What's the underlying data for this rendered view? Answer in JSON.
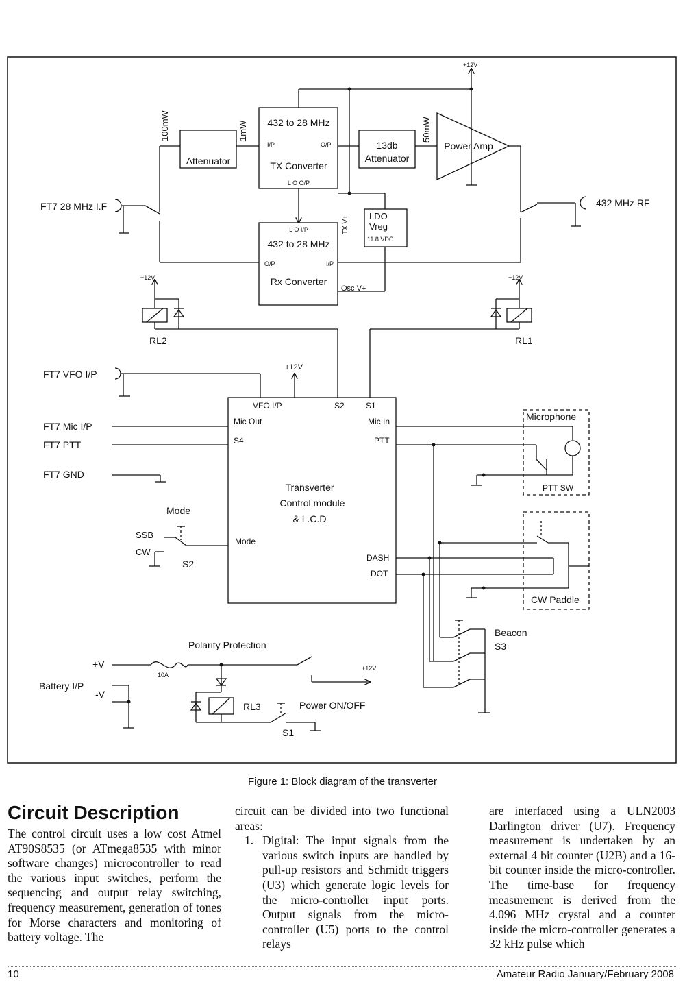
{
  "diagram": {
    "tx_converter": {
      "freq": "432 to 28 MHz",
      "name": "TX Converter",
      "ip": "I/P",
      "op": "O/P",
      "lo": "L O O/P"
    },
    "rx_converter": {
      "freq": "432 to 28 MHz",
      "name": "Rx Converter",
      "ip": "I/P",
      "op": "O/P",
      "lo": "L O I/P"
    },
    "attenuator": "Attenuator",
    "attenuator_13db": {
      "line1": "13db",
      "line2": "Attenuator"
    },
    "power_amp": "Power Amp",
    "ldo": {
      "line1": "LDO",
      "line2": "Vreg",
      "line3": "11.8 VDC"
    },
    "labels": {
      "p100mw": "100mW",
      "p1mw": "1mW",
      "p50mw": "50mW",
      "plus12v": "+12V",
      "txv": "TX V+",
      "osc_v": "Osc V+",
      "ft7_if": "FT7 28 MHz I.F",
      "rf_432": "432 MHz RF",
      "rl1": "RL1",
      "rl2": "RL2",
      "rl3": "RL3",
      "ft7_vfo": "FT7 VFO I/P",
      "ft7_mic": "FT7 Mic I/P",
      "ft7_ptt": "FT7 PTT",
      "ft7_gnd": "FT7 GND",
      "mode": "Mode",
      "ssb": "SSB",
      "cw": "CW",
      "s2": "S2",
      "microphone": "Microphone",
      "ptt_sw": "PTT SW",
      "cw_paddle": "CW Paddle",
      "beacon": "Beacon",
      "s3": "S3",
      "polarity": "Polarity Protection",
      "plus_v": "+V",
      "minus_v": "-V",
      "battery": "Battery I/P",
      "fuse": "10A",
      "power_onoff": "Power ON/OFF",
      "s1": "S1"
    },
    "control_module": {
      "line1": "Transverter",
      "line2": "Control module",
      "line3": "& L.C.D",
      "pins": {
        "vfo": "VFO I/P",
        "s2": "S2",
        "s1": "S1",
        "mic_out": "Mic Out",
        "mic_in": "Mic In",
        "s4": "S4",
        "ptt": "PTT",
        "mode": "Mode",
        "dash": "DASH",
        "dot": "DOT"
      }
    }
  },
  "caption": "Figure 1: Block diagram of the transverter",
  "heading": "Circuit Description",
  "col1": "The control circuit uses a low cost Atmel AT90S8535 (or ATmega8535 with minor software changes) microcontroller to read the various input switches, perform the sequencing and output relay switching, frequency measurement, generation of tones for Morse characters and monitoring of battery voltage. The",
  "col2_intro": "circuit can be divided into two functional areas:",
  "col2_item_num": "1.",
  "col2_item_text": "Digital: The input signals from the various switch inputs are handled by pull-up resistors and Schmidt triggers (U3) which generate logic levels for the micro-controller input ports. Output signals from the micro-controller (U5) ports to the control relays",
  "col3": "are interfaced using a ULN2003 Darlington driver (U7). Frequency measurement is undertaken by an external 4 bit counter (U2B) and a 16-bit counter inside the micro-controller. The time-base for frequency measurement is derived from the 4.096 MHz crystal and a counter inside the micro-controller generates a 32 kHz pulse which",
  "footer": {
    "page": "10",
    "journal": "Amateur Radio January/February 2008"
  }
}
